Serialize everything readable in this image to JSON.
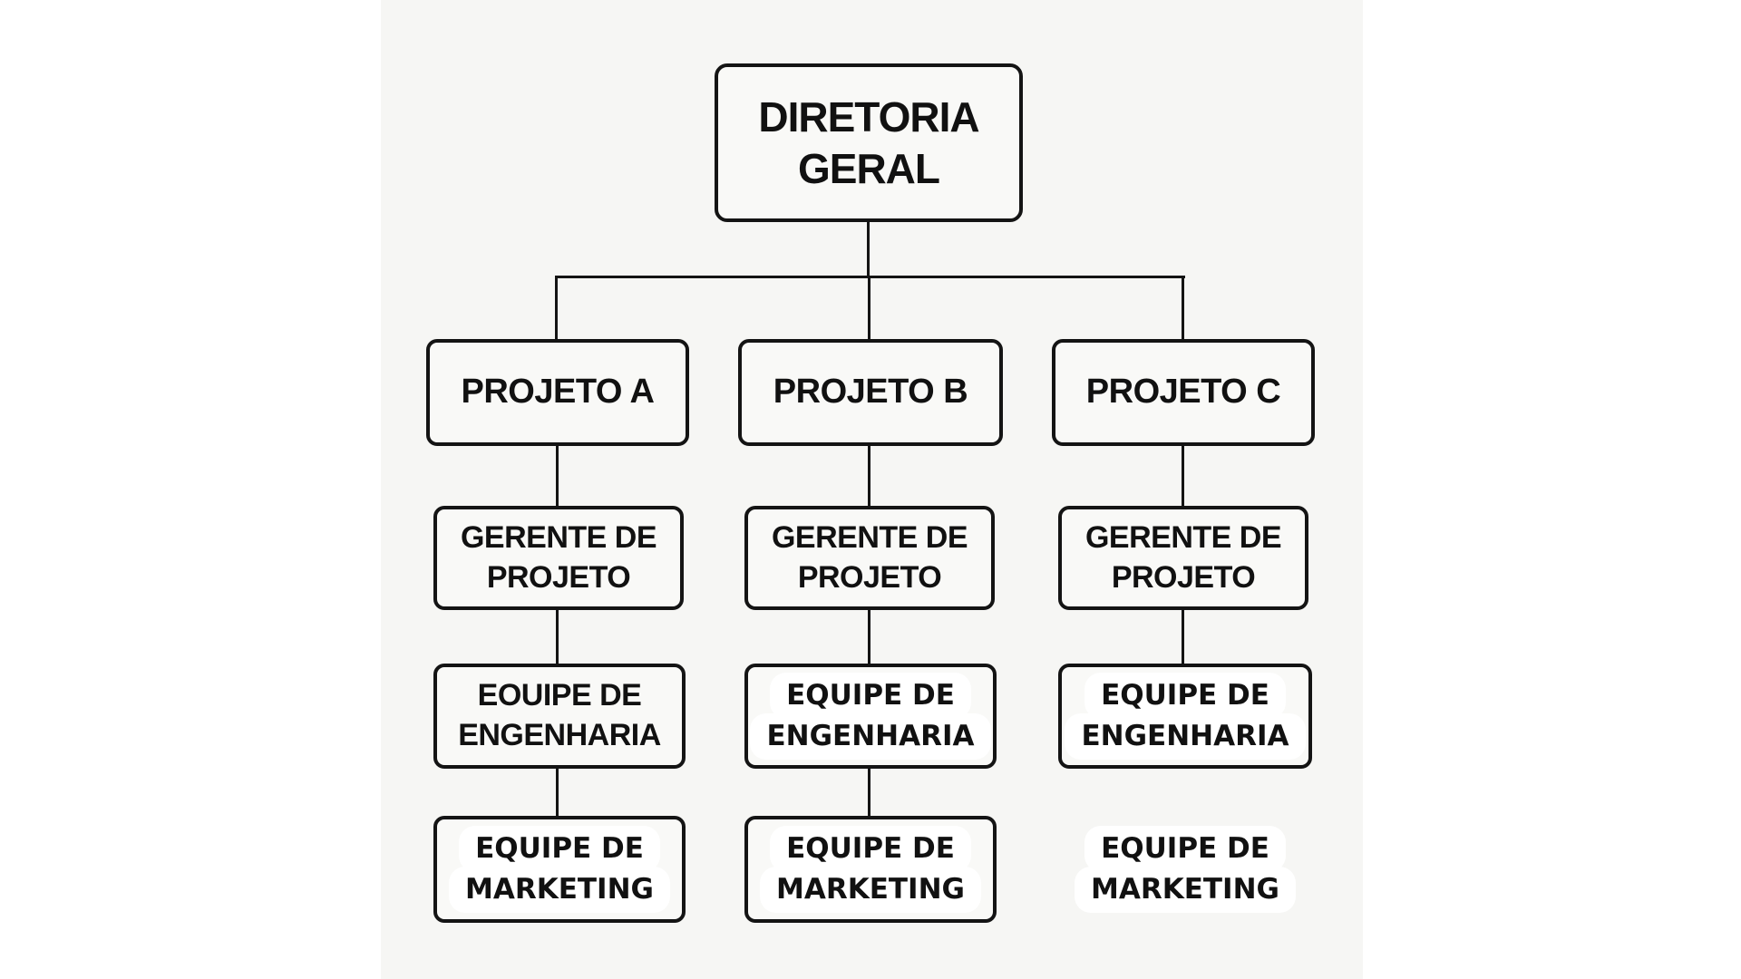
{
  "colors": {
    "page_bg": "#ffffff",
    "panel_bg": "#f6f6f4",
    "box_bg": "#f9f9f7",
    "line_color": "#141414",
    "text_color": "#111111",
    "label_halo_bg": "#ffffff"
  },
  "nodes": {
    "diretoria": {
      "lines": [
        "DIRETORIA",
        "GERAL"
      ]
    },
    "projeto_a": {
      "lines": [
        "PROJETO A"
      ]
    },
    "projeto_b": {
      "lines": [
        "PROJETO B"
      ]
    },
    "projeto_c": {
      "lines": [
        "PROJETO C"
      ]
    },
    "gerente_a": {
      "lines": [
        "GERENTE DE",
        "PROJETO"
      ]
    },
    "gerente_b": {
      "lines": [
        "GERENTE DE",
        "PROJETO"
      ]
    },
    "gerente_c": {
      "lines": [
        "GERENTE DE",
        "PROJETO"
      ]
    },
    "engenharia_a": {
      "lines": [
        "EOUIPE DE",
        "ENGENHARIA"
      ]
    },
    "engenharia_b": {
      "lines": [
        "EQUIPE DE",
        "ENGENHARIA"
      ]
    },
    "engenharia_c": {
      "lines": [
        "EQUIPE DE",
        "ENGENHARIA"
      ]
    },
    "marketing_a": {
      "lines": [
        "EQUIPE DE",
        "MARKETING"
      ]
    },
    "marketing_b": {
      "lines": [
        "EQUIPE DE",
        "MARKETING"
      ]
    },
    "marketing_c": {
      "lines": [
        "EQUIPE DE",
        "MARKETING"
      ]
    }
  },
  "hierarchy": [
    {
      "from": "DIRETORIA GERAL",
      "to": "PROJETO A"
    },
    {
      "from": "DIRETORIA GERAL",
      "to": "PROJETO B"
    },
    {
      "from": "DIRETORIA GERAL",
      "to": "PROJETO C"
    },
    {
      "from": "PROJETO A",
      "to": "GERENTE DE PROJETO"
    },
    {
      "from": "PROJETO B",
      "to": "GERENTE DE PROJETO"
    },
    {
      "from": "PROJETO C",
      "to": "GERENTE DE PROJETO"
    },
    {
      "from": "GERENTE DE PROJETO (A)",
      "to": "EOUIPE DE ENGENHARIA"
    },
    {
      "from": "GERENTE DE PROJETO (B)",
      "to": "EQUIPE DE ENGENHARIA"
    },
    {
      "from": "GERENTE DE PROJETO (C)",
      "to": "EQUIPE DE ENGENHARIA"
    },
    {
      "from": "EOUIPE DE ENGENHARIA (A)",
      "to": "EQUIPE DE MARKETING"
    },
    {
      "from": "EQUIPE DE ENGENHARIA (B)",
      "to": "EQUIPE DE MARKETING"
    }
  ]
}
